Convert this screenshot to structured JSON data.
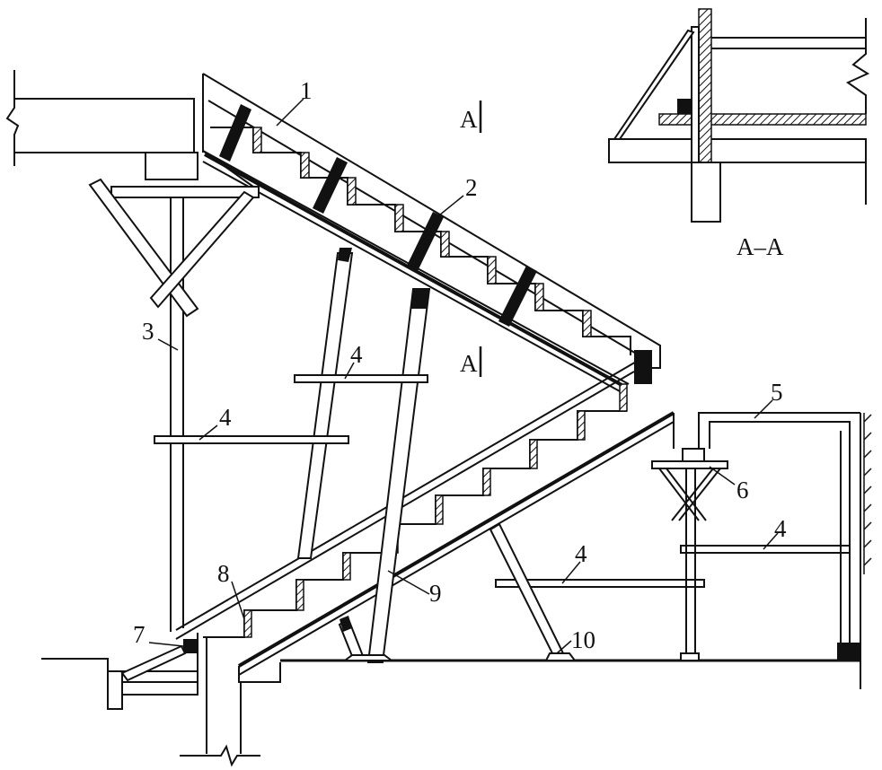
{
  "labels": {
    "n1": "1",
    "n2": "2",
    "n3": "3",
    "n4a": "4",
    "n4b": "4",
    "n4c": "4",
    "n4d": "4",
    "n5": "5",
    "n6": "6",
    "n7": "7",
    "n8": "8",
    "n9": "9",
    "n10": "10",
    "section_mark_top": "A",
    "section_mark_bottom": "A",
    "section_title": "A–A"
  }
}
